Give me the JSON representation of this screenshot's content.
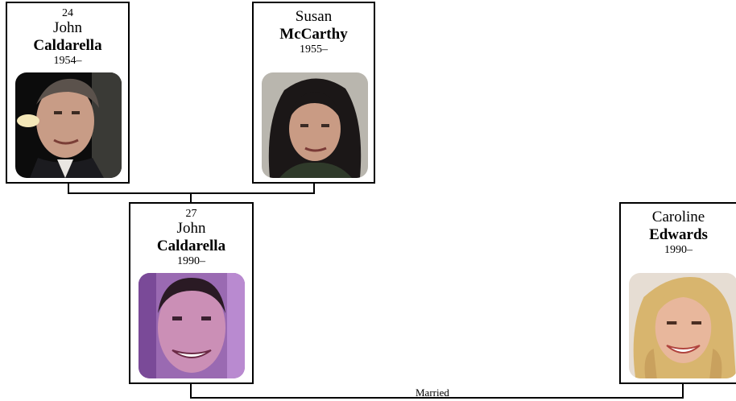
{
  "people": [
    {
      "id": "p24",
      "number": "24",
      "first": "John",
      "last": "Caldarella",
      "life": "1954–",
      "photo": "man-photo-gray-hair"
    },
    {
      "id": "p25",
      "number": "",
      "first": "Susan",
      "last": "McCarthy",
      "life": "1955–",
      "photo": "woman-photo-dark-hair"
    },
    {
      "id": "p27",
      "number": "27",
      "first": "John",
      "last": "Caldarella",
      "life": "1990–",
      "photo": "young-man-photo"
    },
    {
      "id": "p28",
      "number": "",
      "first": "Caroline",
      "last": "Edwards",
      "life": "1990–",
      "photo": "woman-photo-blonde"
    }
  ],
  "relations": {
    "marriage_label": "Married"
  },
  "colors": {
    "border": "#000000",
    "background": "#ffffff"
  }
}
